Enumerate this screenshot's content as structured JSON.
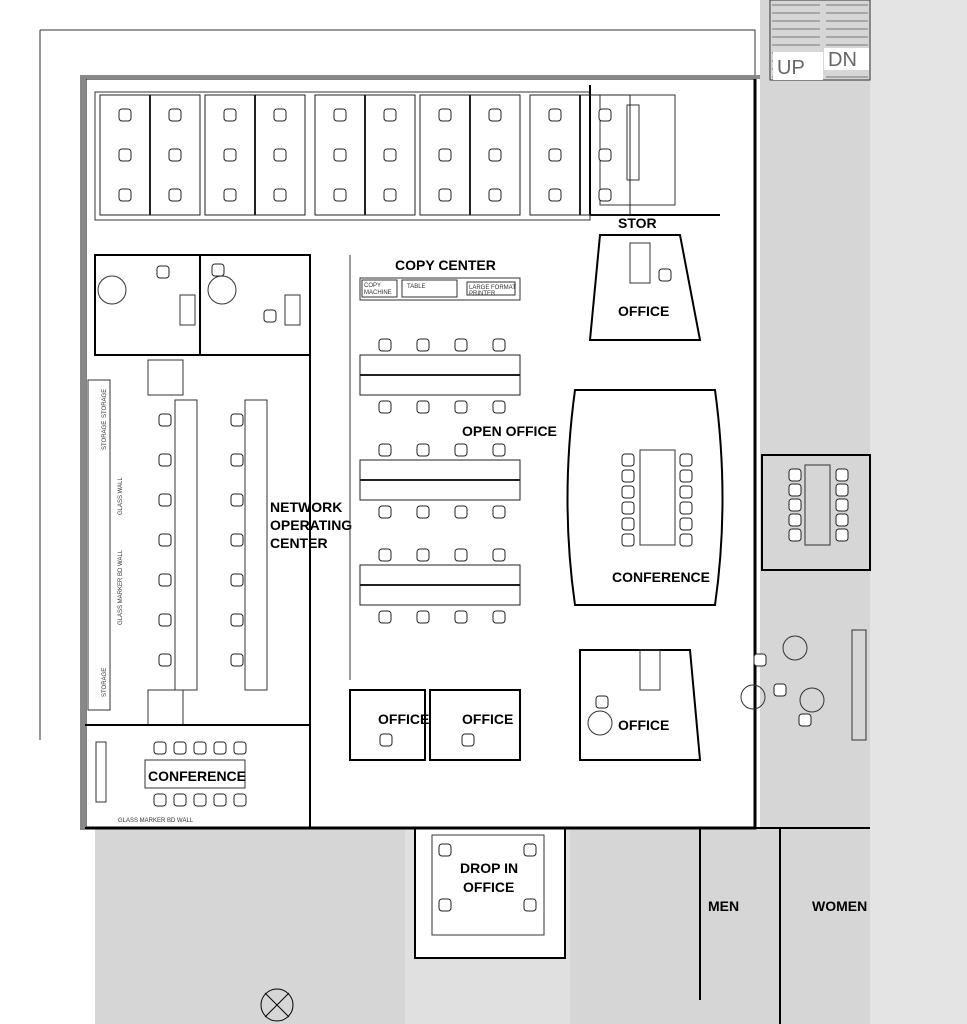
{
  "stairs": {
    "up": "UP",
    "dn": "DN"
  },
  "rooms": {
    "stor": "STOR",
    "copy_center": "COPY CENTER",
    "copy_machine": [
      "COPY",
      "MACHINE"
    ],
    "table": "TABLE",
    "large_format_printer": [
      "LARGE FORMAT",
      "PRINTER"
    ],
    "office": "OFFICE",
    "open_office": "OPEN OFFICE",
    "noc": [
      "NETWORK",
      "OPERATING",
      "CENTER"
    ],
    "storage": "STORAGE",
    "glass_wall": "GLASS WALL",
    "glass_marker_bd_wall": "GLASS MARKER BD WALL",
    "conference": "CONFERENCE",
    "drop_in_office": [
      "DROP IN",
      "OFFICE"
    ],
    "men": "MEN",
    "women": "WOMEN"
  }
}
